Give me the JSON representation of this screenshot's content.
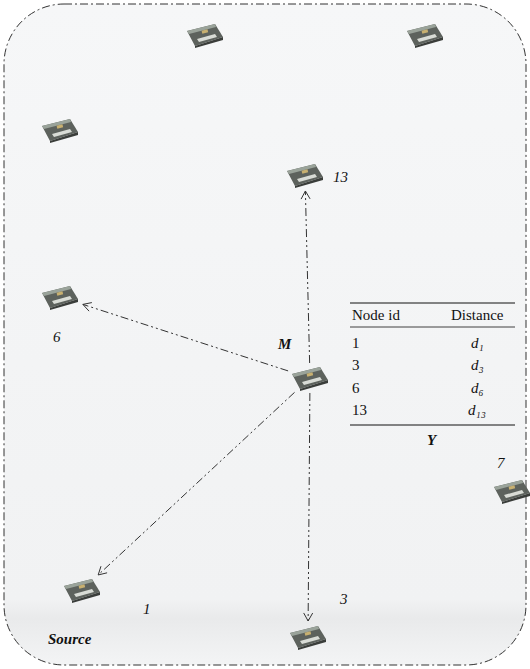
{
  "diagram": {
    "nodes": [
      {
        "text": [
          "13"
        ]
      },
      {
        "text": [
          "6"
        ]
      },
      {
        "text": [
          "M"
        ]
      },
      {
        "text": [
          "7"
        ]
      },
      {
        "text": [
          "1",
          "Source"
        ]
      },
      {
        "text": [
          "3"
        ]
      }
    ],
    "edges": [
      {
        "from": 2,
        "to": 0,
        "arrow": "to"
      },
      {
        "from": 2,
        "to": 1,
        "arrow": "to"
      },
      {
        "from": 2,
        "to": 4,
        "arrow": "to"
      },
      {
        "from": 2,
        "to": 5,
        "arrow": "to"
      }
    ],
    "labels": [
      "Node id",
      "Distance",
      "1",
      "d₁",
      "3",
      "d₃",
      "6",
      "d₆",
      "13",
      "d₁₃",
      "Y"
    ]
  }
}
